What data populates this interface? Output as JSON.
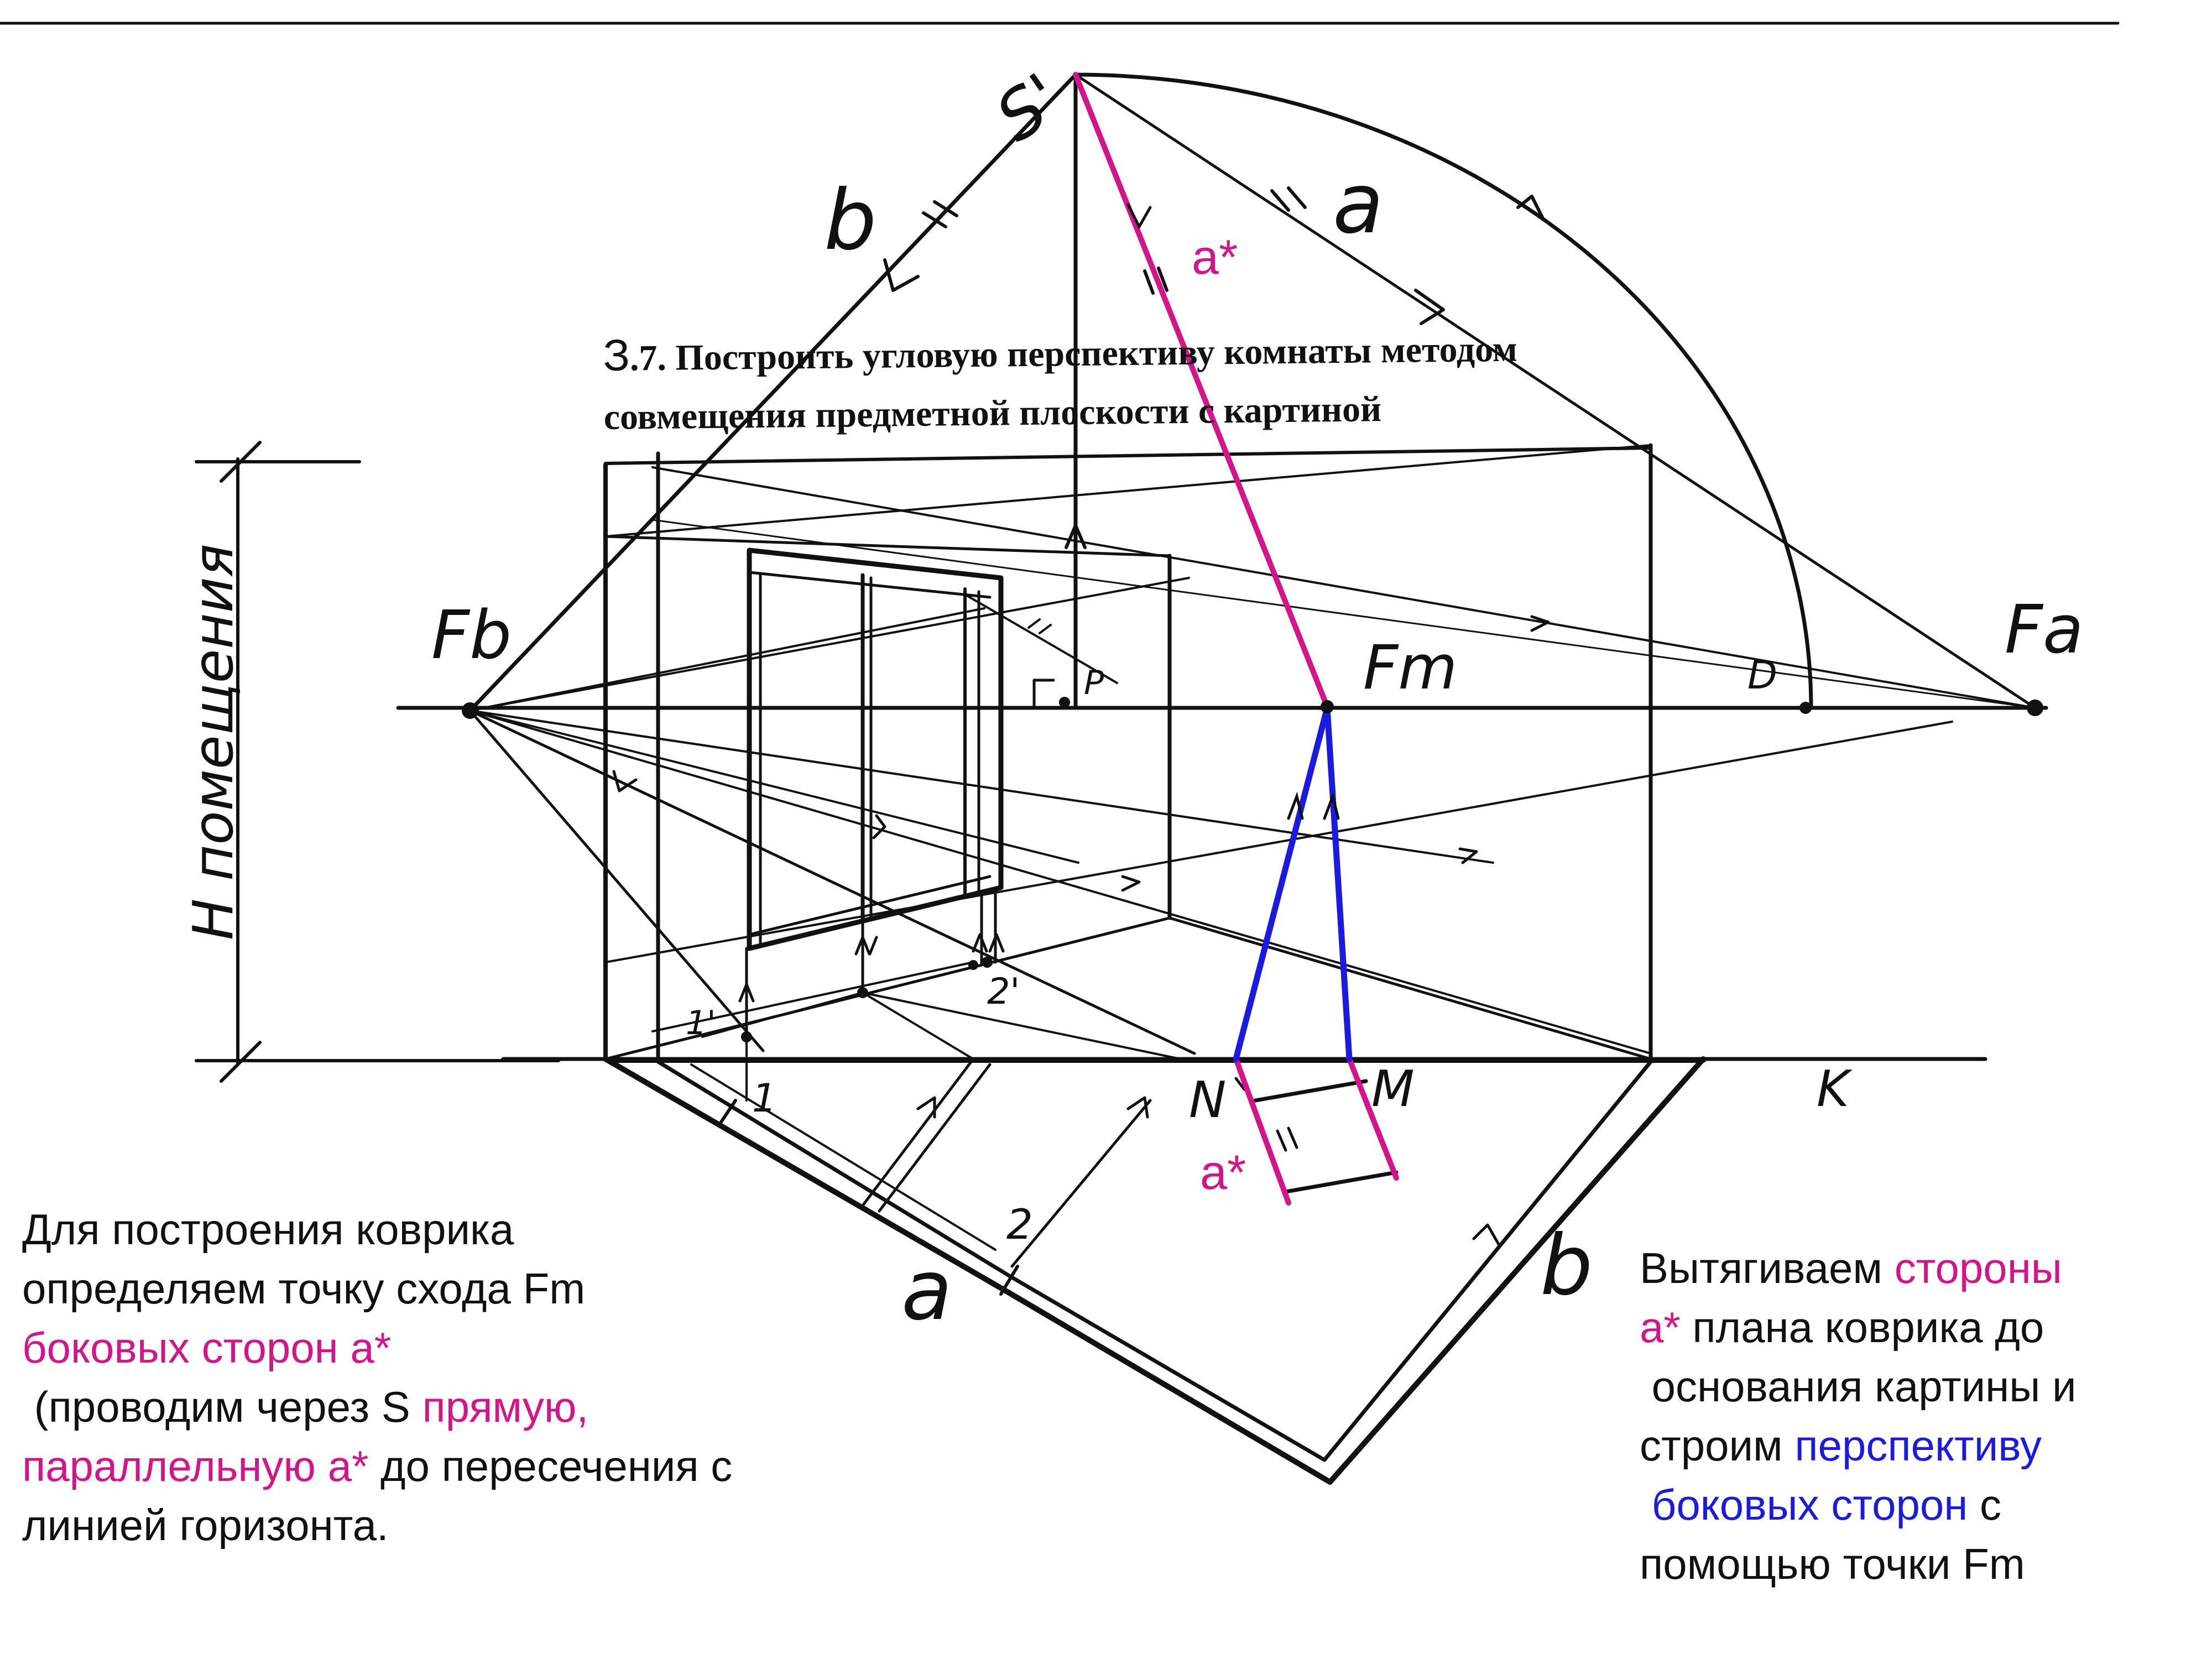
{
  "task_title": {
    "digit": "З",
    "line1": ".7. Построить угловую перспективу комнаты методом",
    "line2": "совмещения предметной плоскости с картиной"
  },
  "labels": {
    "s_prime": "S'",
    "b_top": "b",
    "a_top": "a",
    "a_star_top": "a*",
    "a_star_bottom": "a*",
    "fb": "Fb",
    "fa": "Fa",
    "fm": "Fm",
    "d": "D",
    "h_room": "H помещения",
    "p_mark": "P",
    "n": "N",
    "m": "M",
    "k": "K",
    "one": "1",
    "one_prime": "1'",
    "two": "2",
    "two_prime": "2'",
    "a_bottom": "a",
    "b_bottom": "b"
  },
  "note_left": {
    "p1": "Для построения коврика",
    "p2": "определяем точку схода Fm",
    "p3": "боковых сторон a*",
    "p4": " (проводим через S",
    "p5": "прямую,",
    "p6": "параллельную a*",
    "p7": "до пересечения с",
    "p8": "линией горизонта."
  },
  "note_right": {
    "p1": "Вытягиваем",
    "p2": "стороны",
    "p3": "a*",
    "p4": "плана коврика до",
    "p5": " основания картины и",
    "p6": "строим",
    "p7": "перспективу",
    "p8": " боковых сторон",
    "p9": "с",
    "p10": "помощью точки Fm"
  },
  "colors": {
    "magenta": "#d4148a",
    "blue": "#1a1ae0",
    "ink": "#111111"
  }
}
